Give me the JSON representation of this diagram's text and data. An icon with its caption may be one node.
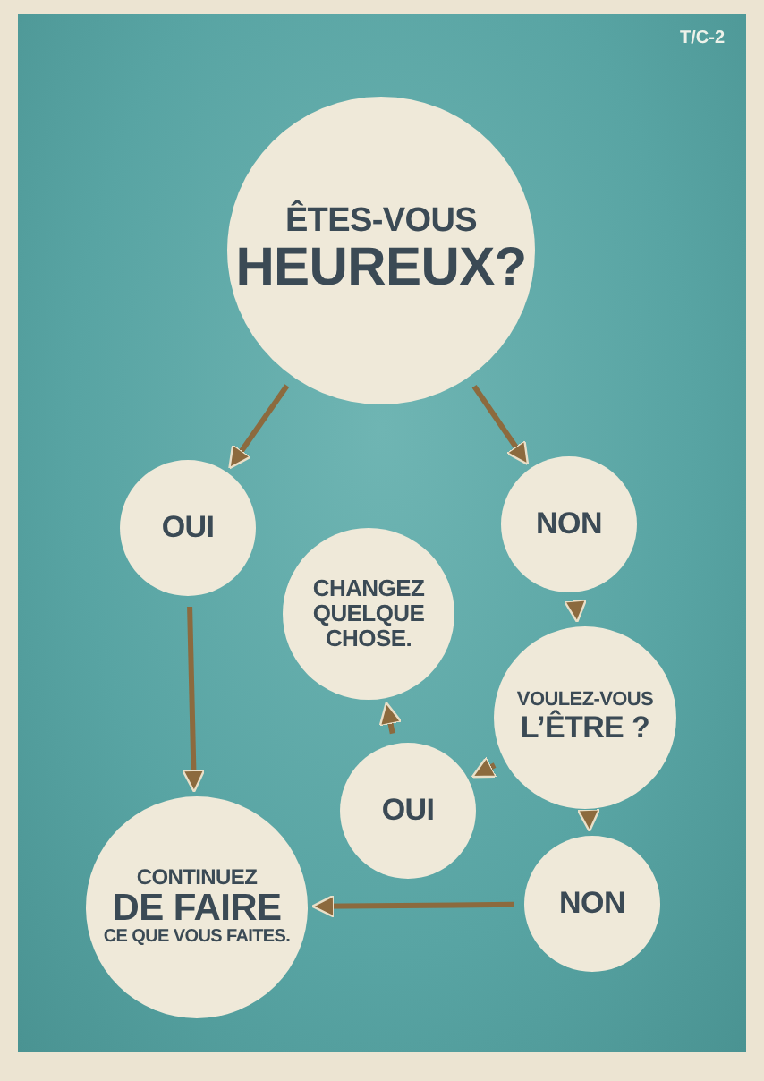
{
  "diagram": {
    "nodes": [
      {
        "text": [
          "ÊTES-VOUS",
          "HEUREUX?"
        ]
      },
      {
        "text": [
          "OUI"
        ]
      },
      {
        "text": [
          "NON"
        ]
      },
      {
        "text": [
          "CHANGEZ QUELQUE CHOSE."
        ]
      },
      {
        "text": [
          "VOULEZ-VOUS",
          "L’ÊTRE ?"
        ]
      },
      {
        "text": [
          "OUI"
        ]
      },
      {
        "text": [
          "CONTINUEZ",
          "DE FAIRE",
          "CE QUE VOUS FAITES."
        ]
      },
      {
        "text": [
          "NON"
        ]
      }
    ],
    "edges": [
      {
        "from": 0,
        "to": 1,
        "arrow": "to"
      },
      {
        "from": 0,
        "to": 2,
        "arrow": "to"
      },
      {
        "from": 2,
        "to": 4,
        "arrow": "to"
      },
      {
        "from": 4,
        "to": 5,
        "arrow": "to"
      },
      {
        "from": 5,
        "to": 3,
        "arrow": "to"
      },
      {
        "from": 4,
        "to": 7,
        "arrow": "to"
      },
      {
        "from": 7,
        "to": 6,
        "arrow": "to"
      },
      {
        "from": 1,
        "to": 6,
        "arrow": "to"
      }
    ],
    "labels": [
      "T/C-2"
    ]
  }
}
